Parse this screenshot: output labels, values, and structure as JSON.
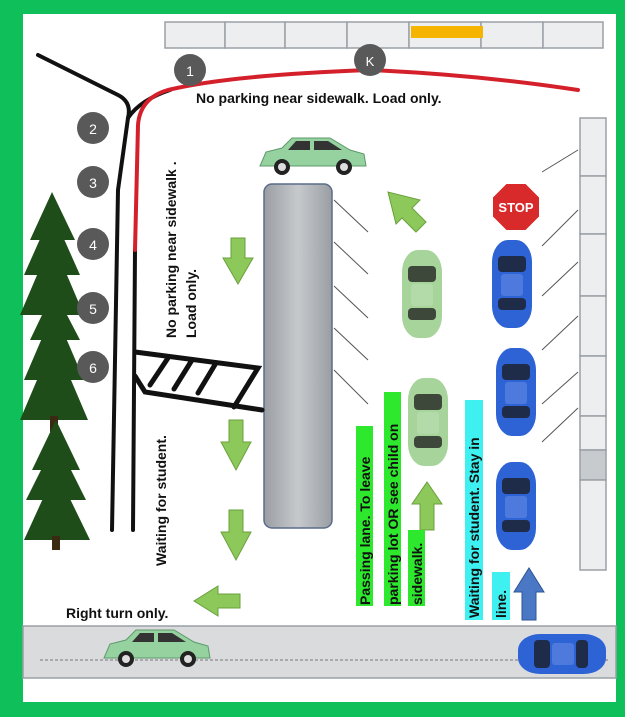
{
  "labels": {
    "top_sidewalk": "No parking near sidewalk. Load only.",
    "side_sidewalk_1": "No parking near sidewalk .",
    "side_sidewalk_2": "Load only.",
    "waiting_left": "Waiting for student.",
    "right_turn": "Right turn only.",
    "passing_1": "Passing lane. To leave",
    "passing_2": "parking lot OR see child on",
    "passing_3": "sidewalk.",
    "waiting_right_1": "Waiting for student. Stay in",
    "waiting_right_2": "line.",
    "stop_sign": "STOP"
  },
  "markers": {
    "m1": "1",
    "mk": "K",
    "m2": "2",
    "m3": "3",
    "m4": "4",
    "m5": "5",
    "m6": "6"
  },
  "colors": {
    "frame": "#0fbf5a",
    "red_curb": "#d4202a",
    "green_car": "#96d2a0",
    "blue_car": "#2e63d6",
    "arrow_green": "#8cc85a",
    "arrow_blue": "#4a78c4",
    "highlight_green": "#2ee82e",
    "highlight_cyan": "#3ef0f0",
    "yellow_marker": "#f5b400"
  }
}
